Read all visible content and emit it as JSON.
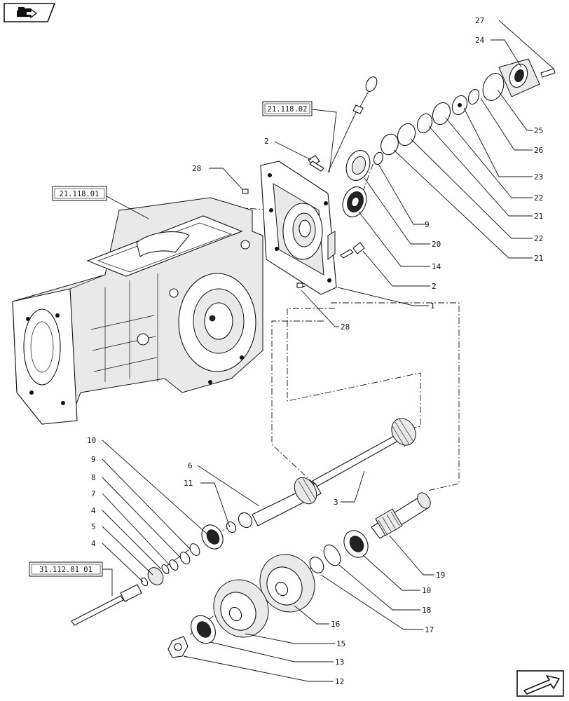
{
  "nav": {
    "back_icon": "folder-back-arrow-icon",
    "forward_icon": "next-page-arrow-icon"
  },
  "references": {
    "ref_21_118_02": "21.118.02",
    "ref_21_118_01": "21.118.01",
    "ref_31_112_01": "31.112.01 01"
  },
  "callouts": {
    "c27": "27",
    "c24": "24",
    "c25": "25",
    "c26": "26",
    "c23": "23",
    "c22a": "22",
    "c21a": "21",
    "c22b": "22",
    "c21b": "21",
    "c9a": "9",
    "c20": "20",
    "c14": "14",
    "c2a": "2",
    "c2b": "2",
    "c28a": "28",
    "c28b": "28",
    "c1": "1",
    "c10a": "10",
    "c9b": "9",
    "c8": "8",
    "c7": "7",
    "c4a": "4",
    "c5": "5",
    "c4b": "4",
    "c6": "6",
    "c11": "11",
    "c3": "3",
    "c19": "19",
    "c10b": "10",
    "c18": "18",
    "c17": "17",
    "c16": "16",
    "c15": "15",
    "c13": "13",
    "c12": "12"
  }
}
